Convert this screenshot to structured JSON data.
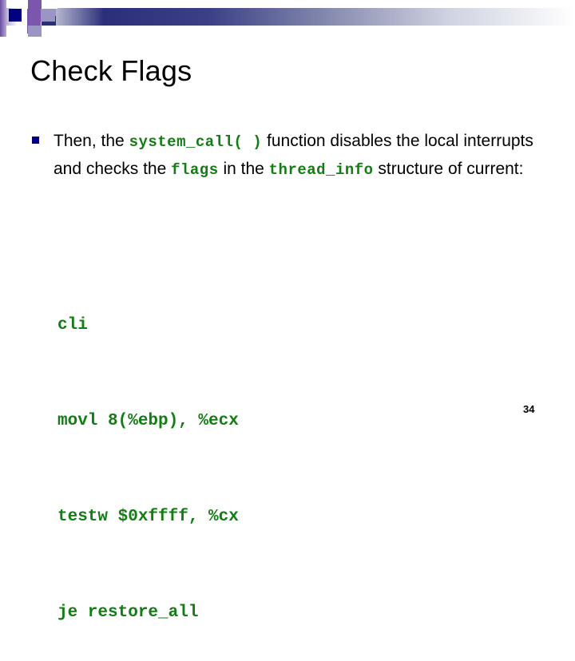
{
  "slide": {
    "title": "Check Flags",
    "page_number": "34",
    "accent_colors": {
      "bullet_marker": "#000080",
      "code_green": "#127d12",
      "band_navy": "#2b2f7a",
      "band_purple": "#7a56ad",
      "band_lavender": "#9a95c4"
    }
  },
  "bullet": {
    "marker": "square-bullet",
    "parts": [
      {
        "kind": "text",
        "value": "Then, the "
      },
      {
        "kind": "code",
        "value": "system_call( )"
      },
      {
        "kind": "text",
        "value": " function disables the local interrupts and checks the "
      },
      {
        "kind": "code",
        "value": "flags"
      },
      {
        "kind": "text",
        "value": " in the "
      },
      {
        "kind": "code",
        "value": "thread_info"
      },
      {
        "kind": "text",
        "value": " structure of current:"
      }
    ],
    "segments": {
      "t1": "Then, the ",
      "c1": "system_call( )",
      "t2": " function disables the local interrupts and checks the ",
      "c2": "flags",
      "t3": " in the ",
      "c3": "thread_info",
      "t4": " structure of current:"
    }
  },
  "code_block": {
    "language": "x86-assembly",
    "lines": [
      "cli",
      "movl 8(%ebp), %ecx",
      "testw $0xffff, %cx",
      "je restore_all"
    ],
    "line_0": "cli",
    "line_1": "movl 8(%ebp), %ecx",
    "line_2": "testw $0xffff, %cx",
    "line_3": "je restore_all"
  }
}
